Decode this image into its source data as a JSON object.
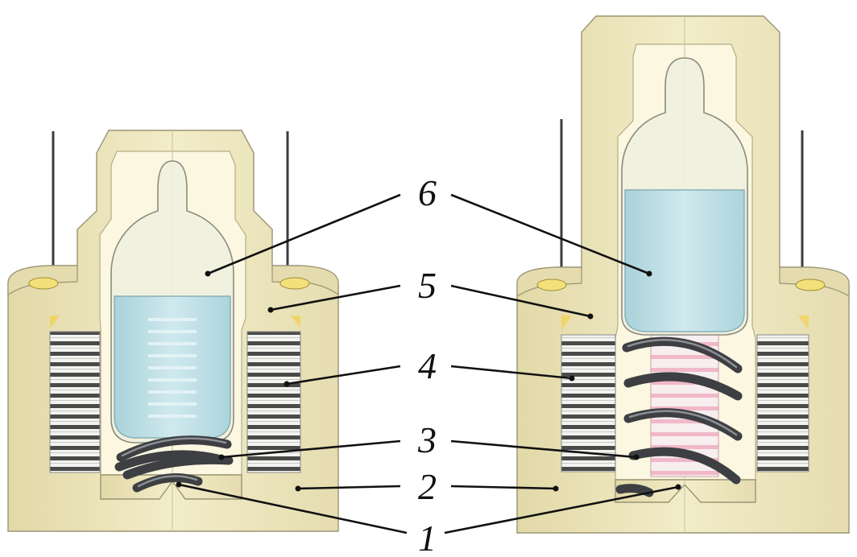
{
  "labels": {
    "l6": "6",
    "l5": "5",
    "l4": "4",
    "l3": "3",
    "l2": "2",
    "l1": "1"
  },
  "colors": {
    "body": "#ede6bd",
    "body_shadow": "#d8cf9f",
    "liquid": "#bfe0e6",
    "coil": "#3d3f42",
    "winding": "#4a4a4a",
    "pink": "#f0b8c8"
  }
}
